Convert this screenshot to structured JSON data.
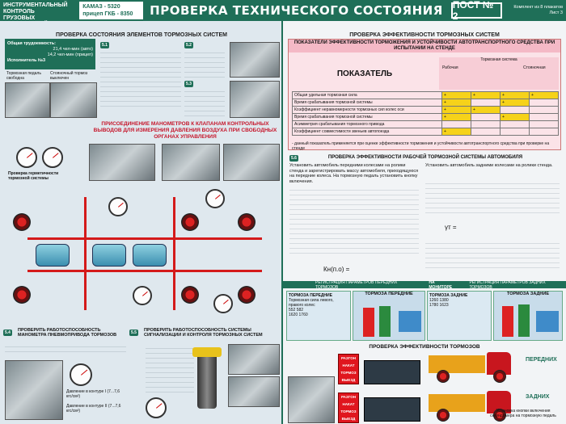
{
  "header": {
    "left_line1": "ИНСТРУМЕНТАЛЬНЫЙ КОНТРОЛЬ",
    "left_line2": "ГРУЗОВЫХ АВТОМОБИЛЕЙ",
    "model_line1": "КАМАЗ - 5320",
    "model_line2": "прицеп ГКБ - 8350",
    "title": "ПРОВЕРКА ТЕХНИЧЕСКОГО СОСТОЯНИЯ",
    "post": "ПОСТ № 2",
    "kit_line1": "Комплект из 8 плакатов",
    "kit_line2": "Лист 3"
  },
  "left": {
    "brake_title": "ПРОВЕРКА СОСТОЯНИЯ ЭЛЕМЕНТОВ ТОРМОЗНЫХ СИСТЕМ",
    "labor_label": "Общая трудоемкость:",
    "labor_auto": "21,4 чел-мин (авто)",
    "labor_trailer": "14,2 чел-мин (прицеп)",
    "executor": "Исполнитель №3",
    "pedal_free": "Тормозная педаль свободна",
    "park_off": "Стояночный тормоз выключен",
    "step1": "5.1",
    "step2": "5.2",
    "step3": "5.3",
    "step4": "5.4",
    "step5": "5.5",
    "manometer_title": "ПРИСОЕДИНЕНИЕ МАНОМЕТРОВ К КЛАПАНАМ КОНТРОЛЬНЫХ ВЫВОДОВ ДЛЯ ИЗМЕРЕНИЯ ДАВЛЕНИЯ ВОЗДУХА ПРИ СВОБОДНЫХ ОРГАНАХ УПРАВЛЕНИЯ",
    "hermetic": "Проверка герметичности тормозной системы",
    "check_manometer_title": "ПРОВЕРИТЬ РАБОТОСПОСОБНОСТЬ МАНОМЕТРА ПНЕВМОПРИВОДА ТОРМОЗОВ",
    "check_signal_title": "ПРОВЕРИТЬ РАБОТОСПОСОБНОСТЬ СИСТЕМЫ СИГНАЛИЗАЦИИ И КОНТРОЛЯ ТОРМОЗНЫХ СИСТЕМ",
    "pressure1": "Давление в контуре I (7...7,6 кгс/см²)",
    "pressure2": "Давление в контуре II (7...7,6 кгс/см²)"
  },
  "right": {
    "efficiency_title": "ПРОВЕРКА ЭФФЕКТИВНОСТИ ТОРМОЗНЫХ СИСТЕМ",
    "table_title": "ПОКАЗАТЕЛИ ЭФФЕКТИВНОСТИ ТОРМОЖЕНИЯ И УСТОЙЧИВОСТИ АВТОТРАНСПОРТНОГО СРЕДСТВА ПРИ ИСПЫТАНИИ НА СТЕНДЕ",
    "indicator_header": "ПОКАЗАТЕЛЬ",
    "col_system": "Тормозная система",
    "col_work": "Рабочая",
    "col_park": "Стояночная",
    "rows": [
      "Общая удельная тормозная сила",
      "Время срабатывания тормозной системы",
      "Коэффициент неравномерности тормозных сил колес оси",
      "Время срабатывания тормозной системы",
      "Асимметрия срабатывания тормозного привода",
      "Коэффициент совместимости звеньев автопоезда"
    ],
    "footnote": "- данный показатель применяется при оценке эффективности торможения и устойчивости автотранспортного средства при проверке на стенде",
    "step6": "5.6",
    "work_title": "ПРОВЕРКА ЭФФЕКТИВНОСТИ РАБОЧЕЙ ТОРМОЗНОЙ СИСТЕМЫ АВТОМОБИЛЯ",
    "text_front": "Установить автомобиль передними колесами на ролики стенда и зарегистрировать массу автомобиля, приходящуюся на передние колеса. На тормозную педаль установить кнопку включения.",
    "text_rear": "Установить автомобиль задними колесами на ролики стенда.",
    "formula_k": "Кн(п.о) =",
    "formula_gamma": "γт =",
    "reg_front": "РЕГИСТРАЦИЯ ПАРАМЕТРОВ ПЕРЕДНИХ ТОРМОЗОВ",
    "reg_rear": "РЕГИСТРАЦИЯ ПАРАМЕТРОВ ЗАДНИХ ТОРМОЗОВ",
    "monitor": "НА МОНИТОРЕ",
    "front_brakes": "ТОРМОЗА ПЕРЕДНИЕ",
    "rear_brakes": "ТОРМОЗА ЗАДНИЕ",
    "brake_force_front": "Тормозная сила левого, правого колес",
    "val_front_left": "552",
    "val_front_right": "582",
    "val_rear_left": "1260",
    "val_rear_right": "1380",
    "mass_front": "1620",
    "mass_rear": "1780",
    "mass_front2": "1760",
    "mass_rear2": "1623",
    "check_title": "ПРОВЕРКА ЭФФЕКТИВНОСТИ ТОРМОЗОВ",
    "label_front": "ПЕРЕДНИХ",
    "label_rear": "ЗАДНИХ",
    "panel_lines": [
      "РАЗГОН",
      "НАКАТ",
      "ТОРМОЗ",
      "ВЫЕЗД"
    ],
    "button_note": "Установка кнопки включения секундомера на тормозную педаль"
  }
}
